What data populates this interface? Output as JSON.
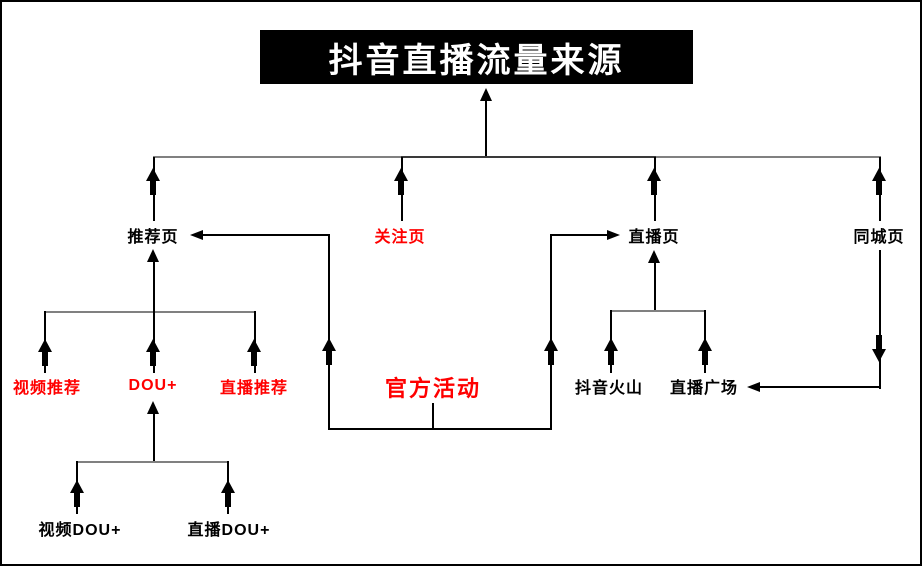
{
  "title": "抖音直播流量来源",
  "colors": {
    "background": "#ffffff",
    "border": "#000000",
    "title_bg": "#000000",
    "title_text": "#ffffff",
    "highlight_red": "#ff0000",
    "node_text": "#000000",
    "connector_gray": "#808080",
    "arrow_black": "#000000"
  },
  "nodes": [
    {
      "id": "recommend-page",
      "label": "推荐页",
      "emphasis": false
    },
    {
      "id": "follow-page",
      "label": "关注页",
      "emphasis": true
    },
    {
      "id": "live-page",
      "label": "直播页",
      "emphasis": false
    },
    {
      "id": "city-page",
      "label": "同城页",
      "emphasis": false
    },
    {
      "id": "video-recommend",
      "label": "视频推荐",
      "emphasis": true
    },
    {
      "id": "dou-plus",
      "label": "DOU+",
      "emphasis": true
    },
    {
      "id": "live-recommend",
      "label": "直播推荐",
      "emphasis": true
    },
    {
      "id": "official-activity",
      "label": "官方活动",
      "emphasis": true
    },
    {
      "id": "douyin-volcano",
      "label": "抖音火山",
      "emphasis": false
    },
    {
      "id": "live-square",
      "label": "直播广场",
      "emphasis": false
    },
    {
      "id": "video-dou-plus",
      "label": "视频DOU+",
      "emphasis": false
    },
    {
      "id": "live-dou-plus",
      "label": "直播DOU+",
      "emphasis": false
    }
  ],
  "edges": [
    {
      "from": "推荐页",
      "to": "抖音直播流量来源"
    },
    {
      "from": "关注页",
      "to": "抖音直播流量来源"
    },
    {
      "from": "直播页",
      "to": "抖音直播流量来源"
    },
    {
      "from": "同城页",
      "to": "抖音直播流量来源"
    },
    {
      "from": "视频推荐",
      "to": "推荐页"
    },
    {
      "from": "DOU+",
      "to": "推荐页"
    },
    {
      "from": "直播推荐",
      "to": "推荐页"
    },
    {
      "from": "视频DOU+",
      "to": "DOU+"
    },
    {
      "from": "直播DOU+",
      "to": "DOU+"
    },
    {
      "from": "官方活动",
      "to": "推荐页"
    },
    {
      "from": "官方活动",
      "to": "直播页"
    },
    {
      "from": "抖音火山",
      "to": "直播页"
    },
    {
      "from": "直播广场",
      "to": "直播页"
    },
    {
      "from": "同城页",
      "to": "直播广场"
    }
  ]
}
